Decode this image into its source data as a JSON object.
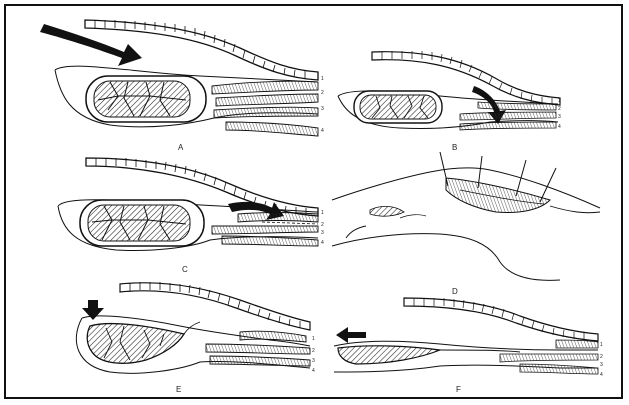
{
  "panels": [
    {
      "letter": "A",
      "numbers": [
        "1",
        "2",
        "3",
        "4"
      ]
    },
    {
      "letter": "B",
      "numbers": [
        "1",
        "2",
        "3",
        "4"
      ]
    },
    {
      "letter": "C",
      "numbers": [
        "1",
        "2",
        "3",
        "4"
      ]
    },
    {
      "letter": "D",
      "numbers": []
    },
    {
      "letter": "E",
      "numbers": [
        "1",
        "2",
        "3",
        "4"
      ]
    },
    {
      "letter": "F",
      "numbers": [
        "1",
        "2",
        "3",
        "4"
      ]
    }
  ],
  "colors": {
    "ink": "#111111",
    "background": "#ffffff",
    "frame": "#111111"
  }
}
